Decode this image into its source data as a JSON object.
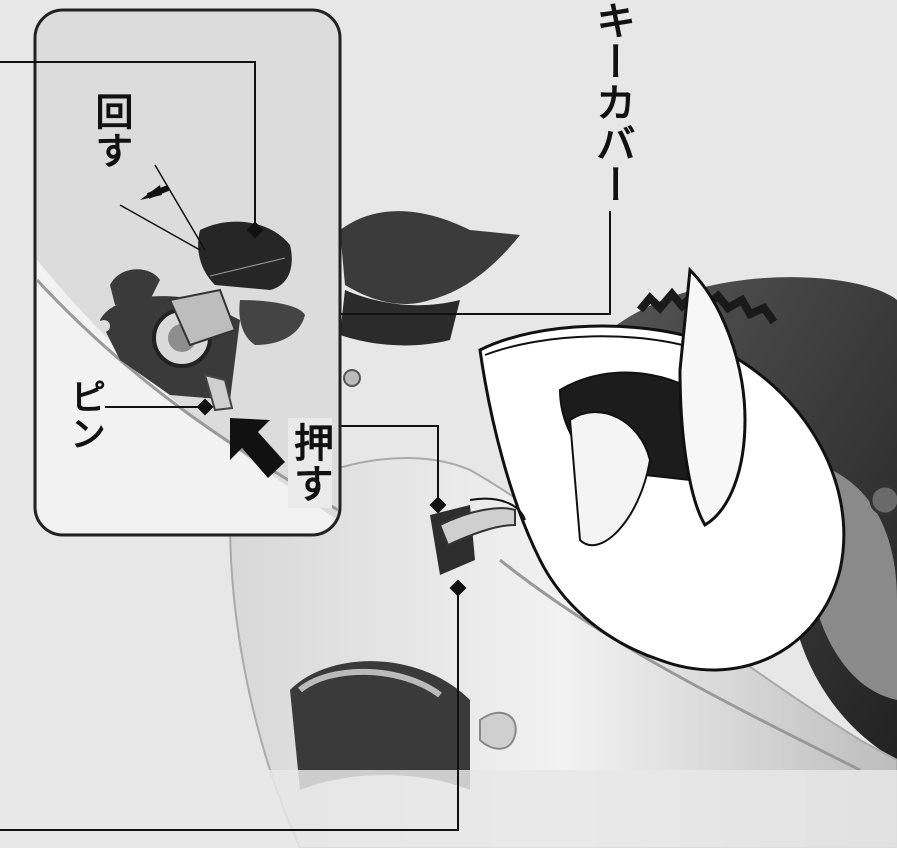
{
  "labels": {
    "key_cover": "キーカバー",
    "turn": "回す",
    "pin": "ピン",
    "push": "押す"
  },
  "colors": {
    "background": "#e7e7e7",
    "line": "#111111",
    "dark_part": "#2a2a2a",
    "inset_border": "#222222"
  }
}
